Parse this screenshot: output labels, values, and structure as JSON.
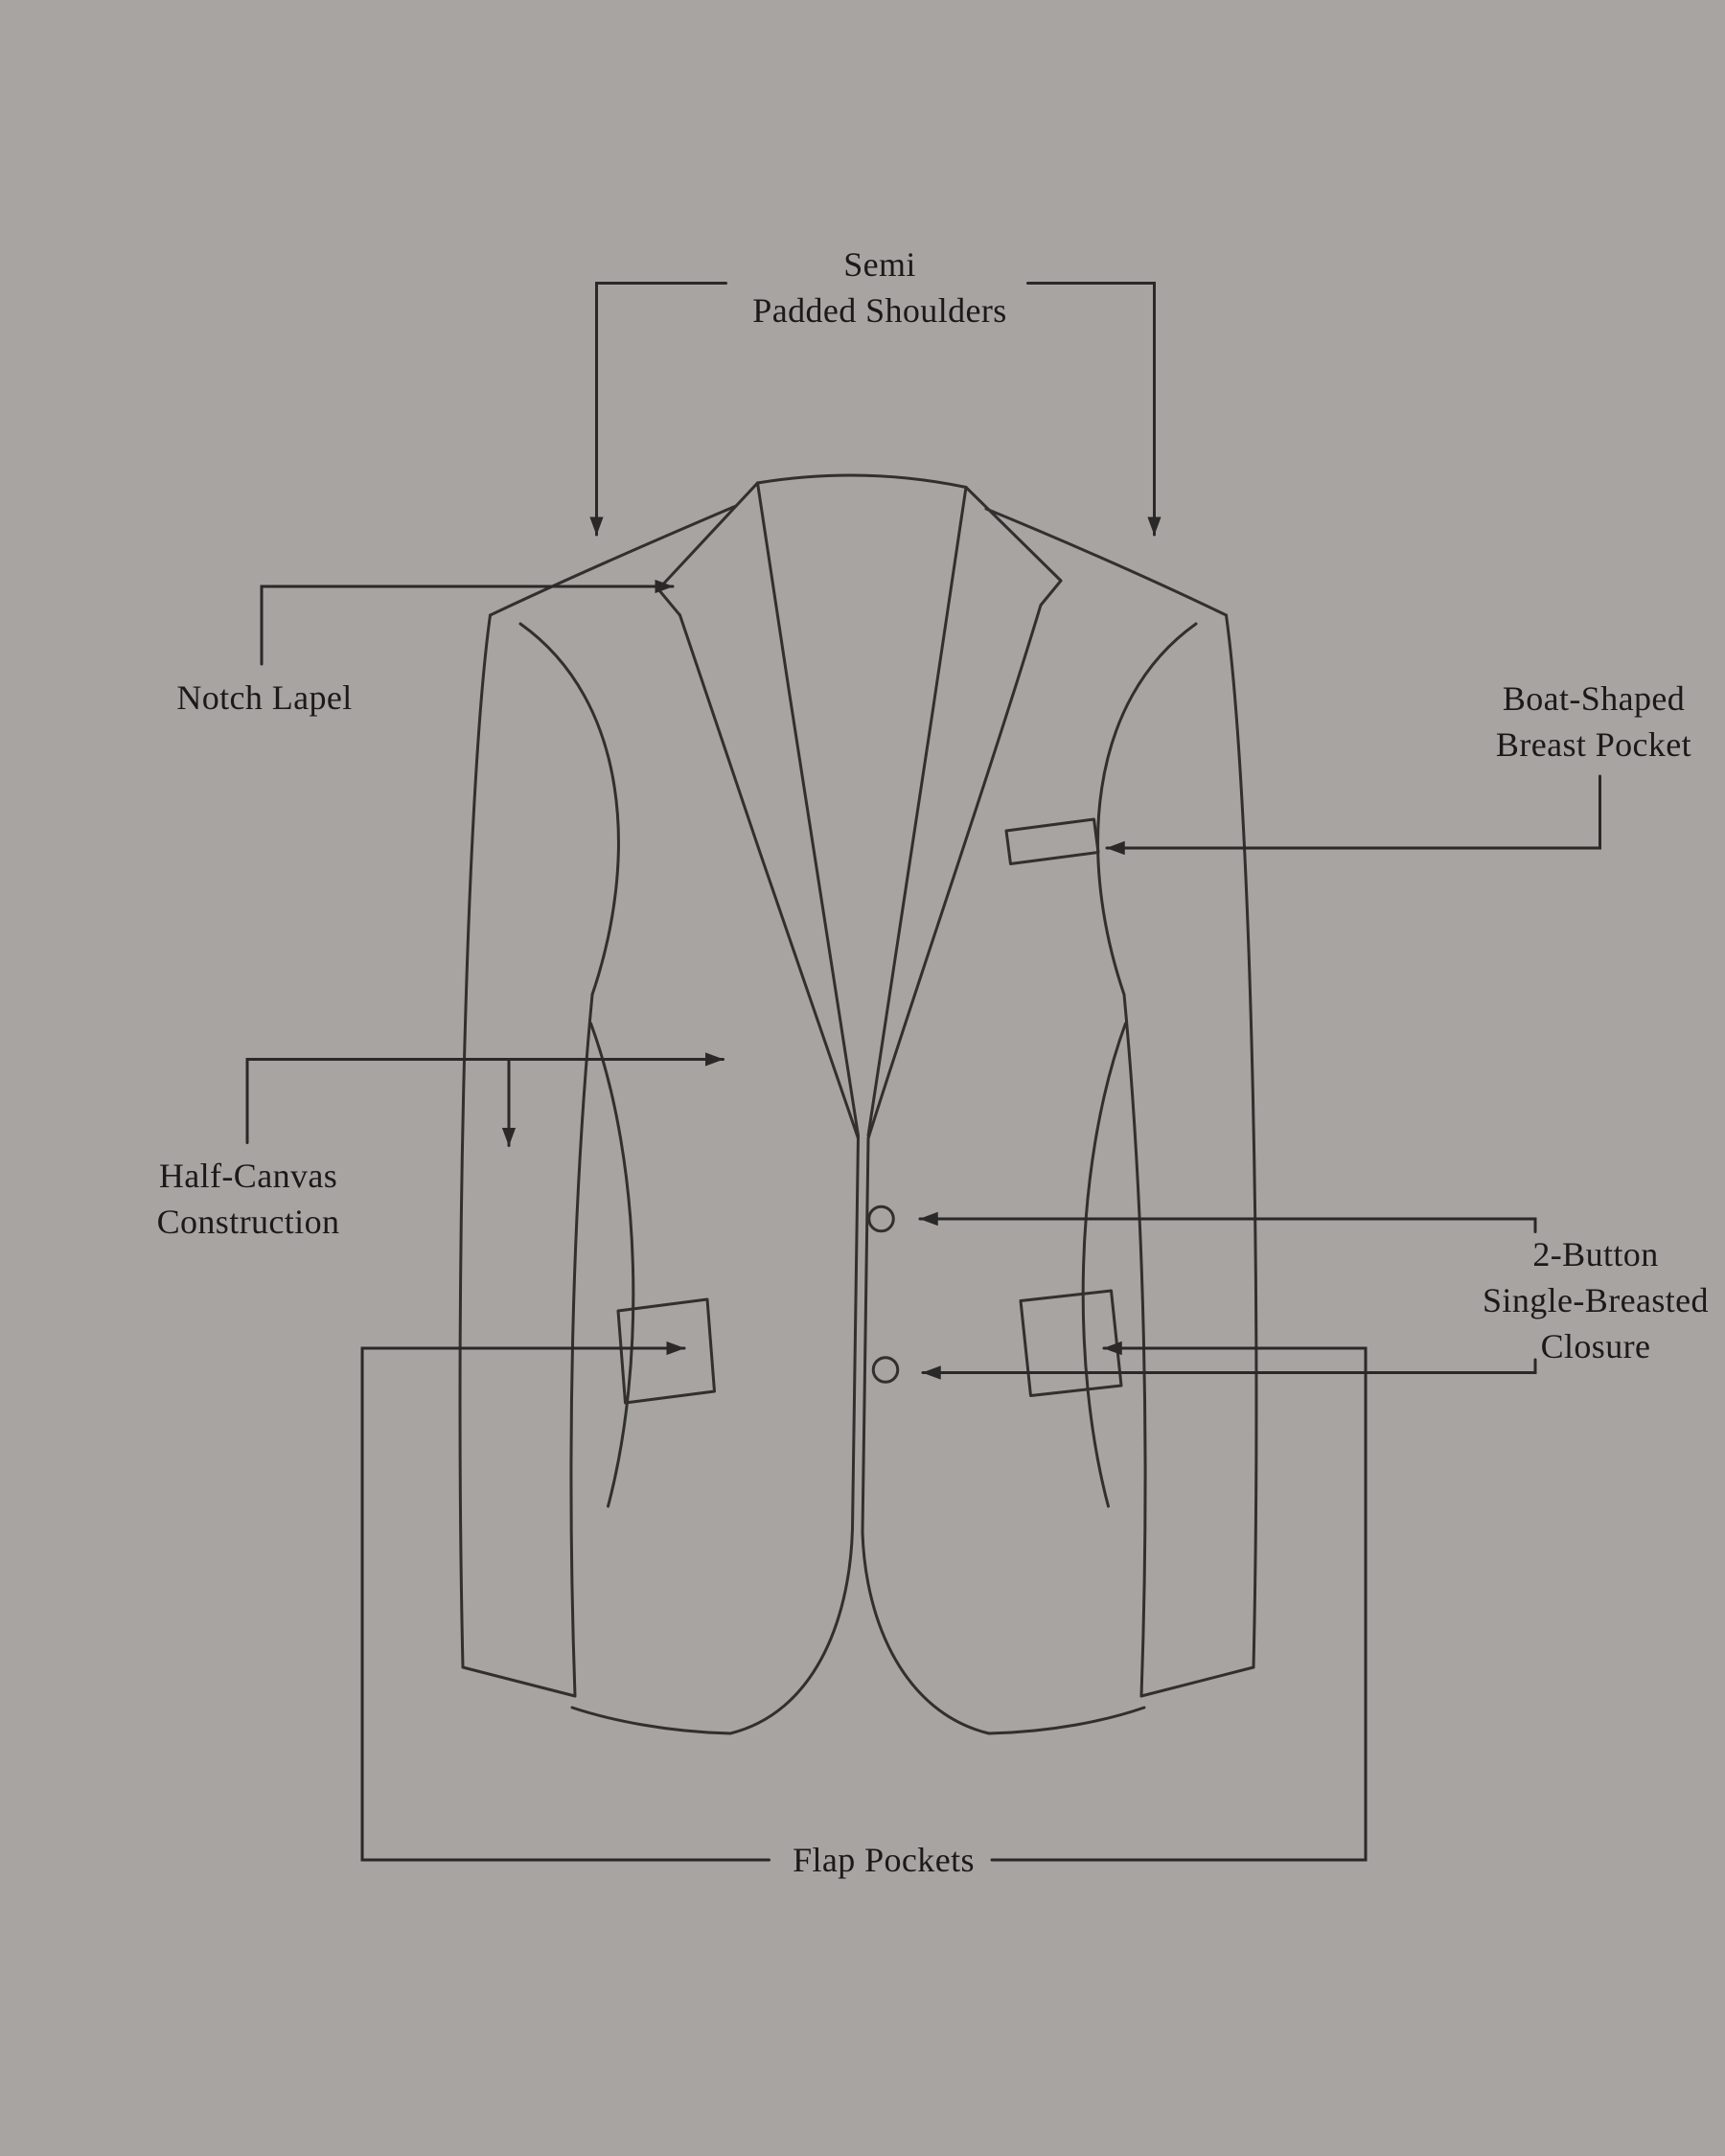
{
  "canvas": {
    "background_color": "#a7a4a2",
    "line_color": "#31302d",
    "text_color": "#1b1a19"
  },
  "labels": {
    "shoulders": {
      "lines": [
        "Semi",
        "Padded Shoulders"
      ]
    },
    "notch_lapel": {
      "lines": [
        "Notch Lapel"
      ]
    },
    "breast_pocket": {
      "lines": [
        "Boat-Shaped",
        "Breast Pocket"
      ]
    },
    "half_canvas": {
      "lines": [
        "Half-Canvas",
        "Construction"
      ]
    },
    "closure": {
      "lines": [
        "2-Button",
        "Single-Breasted",
        "Closure"
      ]
    },
    "flap_pockets": {
      "lines": [
        "Flap Pockets"
      ]
    }
  }
}
